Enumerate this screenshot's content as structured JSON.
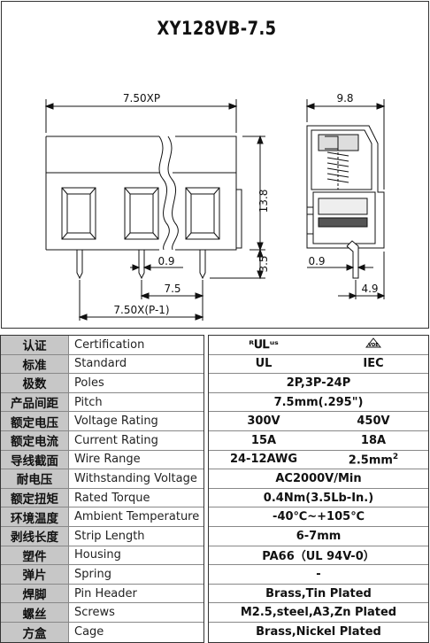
{
  "title": "XY128VB-7.5",
  "dimensions": {
    "pitch_top": "7.50XP",
    "height": "13.8",
    "pin_len": "3.5",
    "pin_width_front": "0.9",
    "pitch_bottom": "7.5",
    "total_width": "7.50X(P-1)",
    "side_width": "9.8",
    "pin_width_side": "0.9",
    "side_offset": "4.9"
  },
  "specs": [
    {
      "cn": "认证",
      "en": "Certification",
      "values": [
        "UL-logo",
        "CE-logo"
      ]
    },
    {
      "cn": "标准",
      "en": "Standard",
      "values": [
        "UL",
        "IEC"
      ]
    },
    {
      "cn": "极数",
      "en": "Poles",
      "values": [
        "2P,3P-24P"
      ]
    },
    {
      "cn": "产品间距",
      "en": "Pitch",
      "values": [
        "7.5mm(.295\")"
      ]
    },
    {
      "cn": "额定电压",
      "en": "Voltage Rating",
      "values": [
        "300V",
        "450V"
      ]
    },
    {
      "cn": "额定电流",
      "en": "Current Rating",
      "values": [
        "15A",
        "18A"
      ]
    },
    {
      "cn": "导线截面",
      "en": "Wire Range",
      "values": [
        "24-12AWG",
        "2.5mm2"
      ]
    },
    {
      "cn": "耐电压",
      "en": "Withstanding Voltage",
      "values": [
        "AC2000V/Min"
      ]
    },
    {
      "cn": "额定扭矩",
      "en": "Rated Torque",
      "values": [
        "0.4Nm(3.5Lb-In.)"
      ]
    },
    {
      "cn": "环境温度",
      "en": "Ambient Temperature",
      "values": [
        "-40℃~+105℃"
      ]
    },
    {
      "cn": "剥线长度",
      "en": "Strip Length",
      "values": [
        "6-7mm"
      ]
    },
    {
      "cn": "塑件",
      "en": "Housing",
      "values": [
        "PA66（UL 94V-0）"
      ]
    },
    {
      "cn": "弹片",
      "en": "Spring",
      "values": [
        "-"
      ]
    },
    {
      "cn": "焊脚",
      "en": "Pin Header",
      "values": [
        "Brass,Tin Plated"
      ]
    },
    {
      "cn": "螺丝",
      "en": "Screws",
      "values": [
        "M2.5,steel,A3,Zn Plated"
      ]
    },
    {
      "cn": "方盒",
      "en": "Cage",
      "values": [
        "Brass,Nickel Plated"
      ]
    }
  ]
}
